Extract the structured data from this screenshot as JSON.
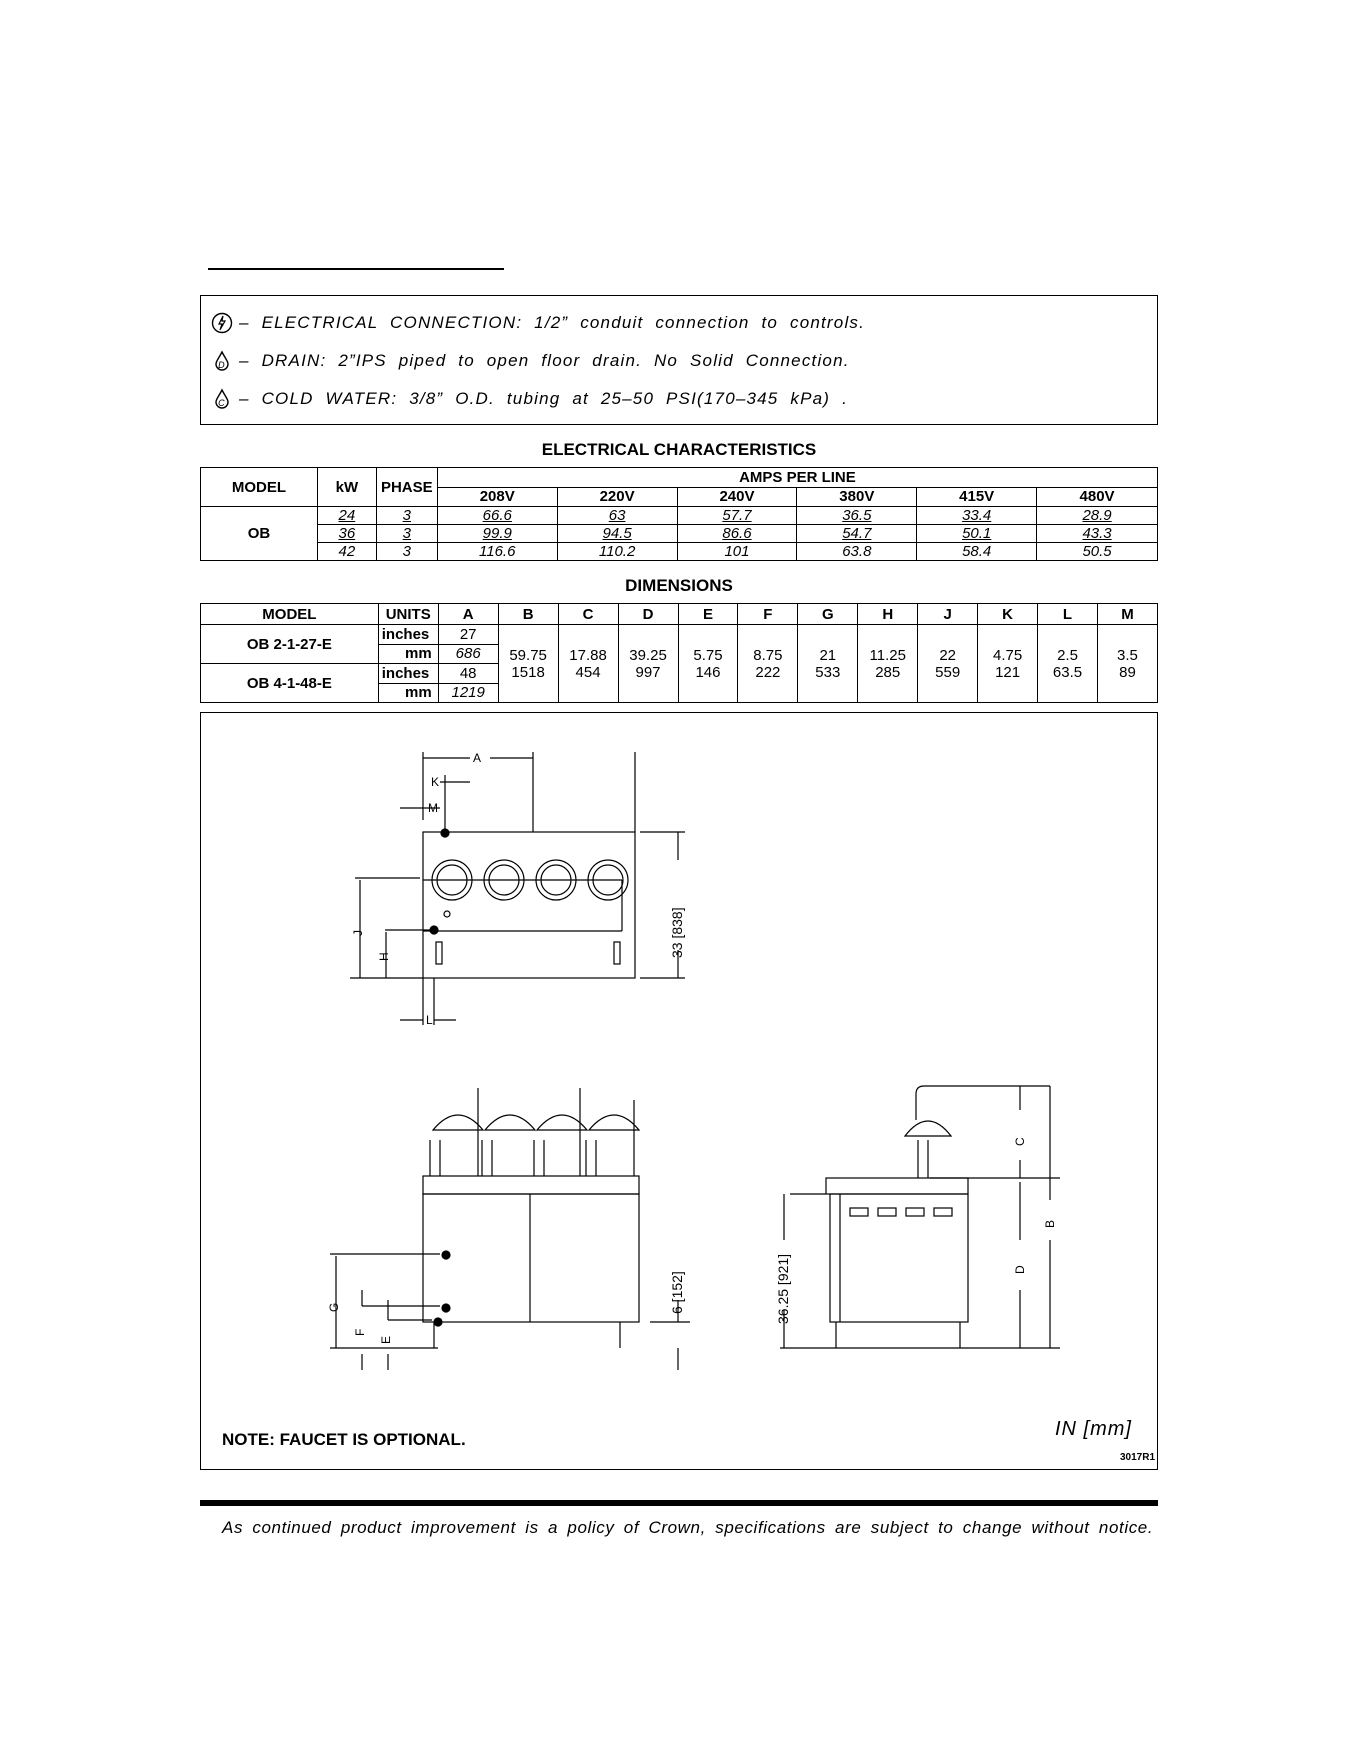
{
  "connections": [
    {
      "icon": "electrical-icon",
      "text": "– ELECTRICAL CONNECTION: 1/2” conduit connection to controls."
    },
    {
      "icon": "drain-icon",
      "text": "– DRAIN: 2”IPS piped to open floor drain. No Solid Connection."
    },
    {
      "icon": "cold-water-icon",
      "text": "– COLD WATER: 3/8” O.D. tubing at 25–50 PSI(170–345 kPa) ."
    }
  ],
  "electrical": {
    "title": "ELECTRICAL CHARACTERISTICS",
    "headers": {
      "model": "MODEL",
      "kw": "kW",
      "phase": "PHASE",
      "amps": "AMPS PER LINE"
    },
    "voltages": [
      "208V",
      "220V",
      "240V",
      "380V",
      "415V",
      "480V"
    ],
    "model": "OB",
    "rows": [
      {
        "kw": "24",
        "phase": "3",
        "amps": [
          "66.6",
          "63",
          "57.7",
          "36.5",
          "33.4",
          "28.9"
        ]
      },
      {
        "kw": "36",
        "phase": "3",
        "amps": [
          "99.9",
          "94.5",
          "86.6",
          "54.7",
          "50.1",
          "43.3"
        ]
      },
      {
        "kw": "42",
        "phase": "3",
        "amps": [
          "116.6",
          "110.2",
          "101",
          "63.8",
          "58.4",
          "50.5"
        ]
      }
    ]
  },
  "dimensions": {
    "title": "DIMENSIONS",
    "headers": [
      "MODEL",
      "UNITS",
      "A",
      "B",
      "C",
      "D",
      "E",
      "F",
      "G",
      "H",
      "J",
      "K",
      "L",
      "M"
    ],
    "models": [
      {
        "name": "OB 2-1-27-E",
        "units": [
          "inches",
          "mm"
        ],
        "a": [
          "27",
          "686"
        ]
      },
      {
        "name": "OB 4-1-48-E",
        "units": [
          "inches",
          "mm"
        ],
        "a": [
          "48",
          "1219"
        ]
      }
    ],
    "shared": {
      "inches": [
        "59.75",
        "17.88",
        "39.25",
        "5.75",
        "8.75",
        "21",
        "11.25",
        "22",
        "4.75",
        "2.5",
        "3.5"
      ],
      "mm": [
        "1518",
        "454",
        "997",
        "146",
        "222",
        "533",
        "285",
        "559",
        "121",
        "63.5",
        "89"
      ]
    }
  },
  "drawing_labels": {
    "a": "A",
    "k": "K",
    "m": "M",
    "l": "L",
    "j": "J",
    "h": "H",
    "height_top": "33 [838]",
    "g": "G",
    "f": "F",
    "e": "E",
    "six": "6 [152]",
    "side_height": "36.25 [921]",
    "c": "C",
    "d": "D",
    "b": "B"
  },
  "note": "NOTE: FAUCET IS OPTIONAL.",
  "units_label": "IN [mm]",
  "drawing_code": "3017R1",
  "footer": "As continued product improvement is a policy of Crown, specifications are subject to change without notice."
}
